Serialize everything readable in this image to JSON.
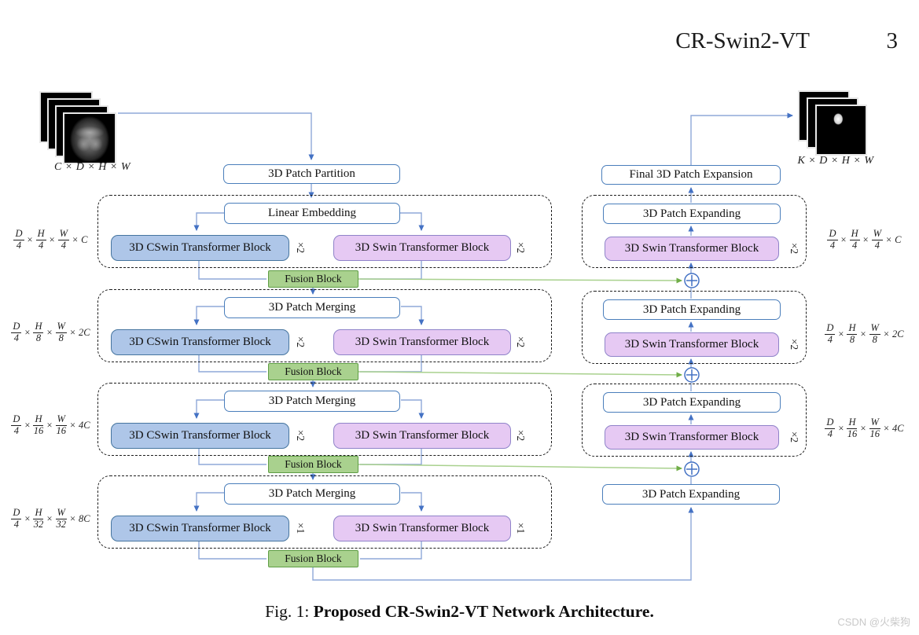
{
  "header": {
    "title": "CR-Swin2-VT",
    "page_number": "3"
  },
  "input": {
    "shape_label": "C × D × H × W"
  },
  "output": {
    "shape_label": "K × D × H × W"
  },
  "labels": {
    "patch_partition": "3D Patch Partition",
    "linear_embedding": "Linear Embedding",
    "patch_merging": "3D Patch Merging",
    "cswin_block": "3D CSwin Transformer Block",
    "swin_block": "3D Swin Transformer Block",
    "fusion_block": "Fusion Block",
    "patch_expanding": "3D Patch Expanding",
    "final_expansion": "Final 3D Patch Expansion",
    "times_2": "×2",
    "times_1": "×1"
  },
  "dims": {
    "times": "×",
    "left": [
      {
        "fracs": [
          [
            "D",
            "4"
          ],
          [
            "H",
            "4"
          ],
          [
            "W",
            "4"
          ]
        ],
        "tail": "C"
      },
      {
        "fracs": [
          [
            "D",
            "4"
          ],
          [
            "H",
            "8"
          ],
          [
            "W",
            "8"
          ]
        ],
        "tail": "2C"
      },
      {
        "fracs": [
          [
            "D",
            "4"
          ],
          [
            "H",
            "16"
          ],
          [
            "W",
            "16"
          ]
        ],
        "tail": "4C"
      },
      {
        "fracs": [
          [
            "D",
            "4"
          ],
          [
            "H",
            "32"
          ],
          [
            "W",
            "32"
          ]
        ],
        "tail": "8C"
      }
    ],
    "right": [
      {
        "fracs": [
          [
            "D",
            "4"
          ],
          [
            "H",
            "4"
          ],
          [
            "W",
            "4"
          ]
        ],
        "tail": "C"
      },
      {
        "fracs": [
          [
            "D",
            "4"
          ],
          [
            "H",
            "8"
          ],
          [
            "W",
            "8"
          ]
        ],
        "tail": "2C"
      },
      {
        "fracs": [
          [
            "D",
            "4"
          ],
          [
            "H",
            "16"
          ],
          [
            "W",
            "16"
          ]
        ],
        "tail": "4C"
      }
    ]
  },
  "caption": {
    "prefix": "Fig. 1: ",
    "title": "Proposed CR-Swin2-VT Network Architecture."
  },
  "watermark": "CSDN @火柴狗",
  "colors": {
    "accent_blue": "#4472c4",
    "fill_blue": "#aec6e8",
    "fill_purple": "#e6c9f3",
    "fill_green": "#a9d18e",
    "border_green": "#5f9e45",
    "line_blue": "#8fa8d8",
    "line_green": "#a9d18e"
  }
}
